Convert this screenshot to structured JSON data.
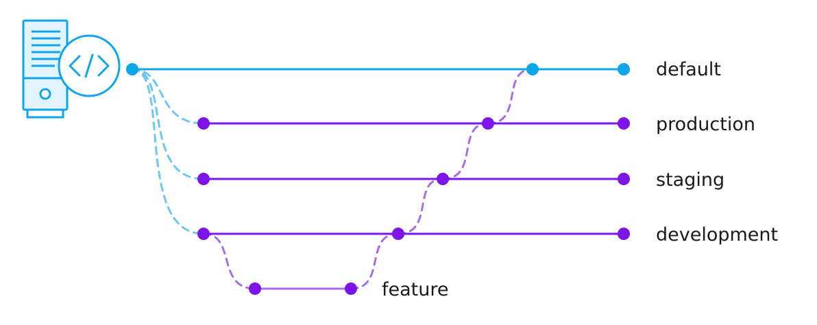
{
  "colors": {
    "default_line": "#0EA5E9",
    "default_dashed": "#6CC8F0",
    "env_line": "#7C13E8",
    "feature_line": "#A66CEE",
    "icon_stroke": "#0EA5E9",
    "icon_fill": "#E1F3FD",
    "label_text": "#1a1a1a"
  },
  "icons": {
    "server": "server-code-icon"
  },
  "branches": [
    {
      "id": "default",
      "label": "default",
      "kind": "default"
    },
    {
      "id": "production",
      "label": "production",
      "kind": "environment"
    },
    {
      "id": "staging",
      "label": "staging",
      "kind": "environment"
    },
    {
      "id": "development",
      "label": "development",
      "kind": "environment"
    },
    {
      "id": "feature",
      "label": "feature",
      "kind": "feature"
    }
  ],
  "flow": {
    "branch_from": "default",
    "branches_created": [
      "production",
      "staging",
      "development"
    ],
    "feature_from": "development",
    "merge_path": [
      "feature",
      "development",
      "staging",
      "production",
      "default"
    ]
  }
}
